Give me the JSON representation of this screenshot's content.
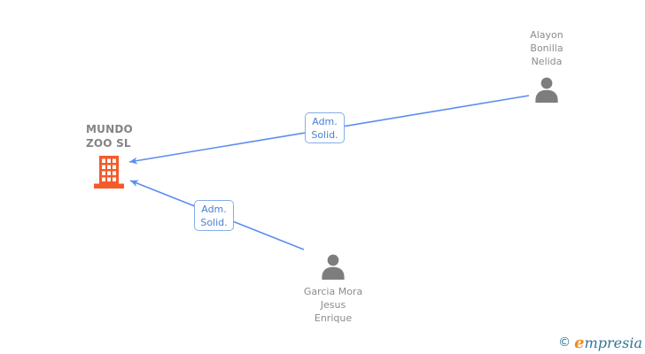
{
  "diagram": {
    "type": "corporate-relationship-graph",
    "background": "#ffffff"
  },
  "colors": {
    "edge_blue": "#5b8def",
    "edge_label_border": "#84aee8",
    "edge_label_text": "#4a7fd0",
    "company_icon_orange": "#f65a29",
    "person_icon_gray": "#7d7d7d",
    "node_label_gray": "#8c8c8c",
    "watermark_teal": "#2f7796",
    "watermark_orange": "#f08c1e"
  },
  "company": {
    "icon": "building-icon",
    "name_lines": [
      "MUNDO",
      "ZOO SL"
    ],
    "full_name": "MUNDO ZOO SL"
  },
  "persons": [
    {
      "icon": "person-icon",
      "name_lines": [
        "Alayon",
        "Bonilla",
        "Nelida"
      ],
      "full_name": "Alayon Bonilla Nelida"
    },
    {
      "icon": "person-icon",
      "name_lines": [
        "Garcia Mora",
        "Jesus",
        "Enrique"
      ],
      "full_name": "Garcia Mora Jesus Enrique"
    }
  ],
  "edges": [
    {
      "from": "Alayon Bonilla Nelida",
      "to": "MUNDO ZOO SL",
      "label_lines": [
        "Adm.",
        "Solid."
      ]
    },
    {
      "from": "Garcia Mora Jesus Enrique",
      "to": "MUNDO ZOO SL",
      "label_lines": [
        "Adm.",
        "Solid."
      ]
    }
  ],
  "watermark": {
    "copyright": "©",
    "brand_initial": "e",
    "brand_rest": "mpresia"
  }
}
